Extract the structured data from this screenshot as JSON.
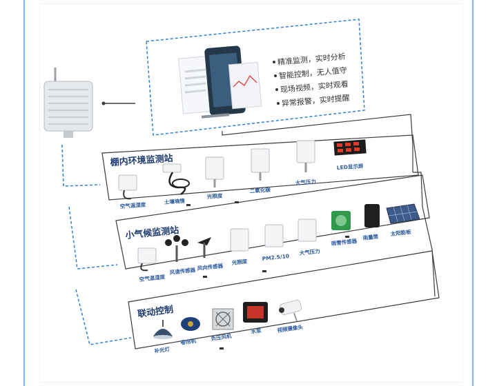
{
  "features": [
    "精准监测，实时分析",
    "智能控制，无人值守",
    "现场视频，实时观看",
    "异常报警，实时提醒"
  ],
  "sections": {
    "greenhouse": {
      "title": "棚内环境监测站",
      "devices": [
        "空气温湿度",
        "土壤墒情",
        "光照度",
        "二氧化碳",
        "大气压力",
        "LED显示屏"
      ]
    },
    "weather": {
      "title": "小气候监测站",
      "devices": [
        "空气温湿度",
        "风速传感器",
        "风向传感器",
        "光照度",
        "PM2.5/10",
        "大气压力",
        "雨雪传感器",
        "雨量筒",
        "太阳能板"
      ]
    },
    "control": {
      "title": "联动控制",
      "devices": [
        "补光灯",
        "卷帘机",
        "负压风机",
        "水泵",
        "视频摄像头"
      ]
    }
  },
  "colors": {
    "accent": "#2c7fd6",
    "frame": "#7fb4ef",
    "title": "#1e3c72",
    "label": "#2c5aa0",
    "line": "#3a3a3a"
  }
}
